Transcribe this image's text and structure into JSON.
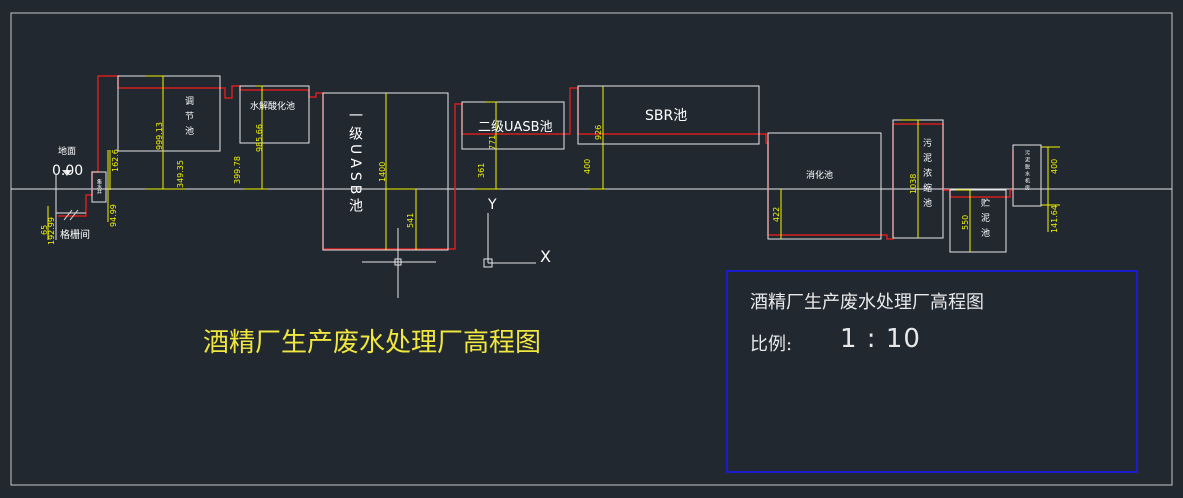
{
  "drawing": {
    "title": "酒精厂生产废水处理厂高程图",
    "datum_label": "地面",
    "datum_value": "0.00",
    "axis_y": "Y",
    "axis_x": "X"
  },
  "units": {
    "screen": "格栅间",
    "collect_well": "集水井",
    "regulating_tank": "调节池",
    "hydrolysis_tank": "水解酸化池",
    "uasb1": "一级UASB池",
    "uasb2": "二级UASB池",
    "sbr": "SBR池",
    "digestion_tank": "消化池",
    "sludge_thickener": "污泥浓缩池",
    "sludge_storage": "贮泥池",
    "dewatering_room": "污泥脱水机房"
  },
  "elevations": {
    "screen_a": "65",
    "screen_b": "192.99",
    "collect_top": "162.6",
    "collect_bottom": "94.99",
    "regulating_top": "999.13",
    "regulating_bottom": "349.35",
    "hydrolysis_top": "985.66",
    "hydrolysis_bottom": "399.78",
    "uasb1_top": "1400",
    "uasb1_bottom": "541",
    "uasb2_top": "771",
    "uasb2_bottom": "361",
    "sbr_top": "926",
    "sbr_bottom": "400",
    "digestion": "422",
    "thickener": "1038",
    "storage": "550",
    "dewatering_top": "400",
    "dewatering_bottom": "141.64"
  },
  "legend": {
    "title": "酒精厂生产废水处理厂高程图",
    "scale_label": "比例:",
    "scale_value": "1 : 10"
  }
}
